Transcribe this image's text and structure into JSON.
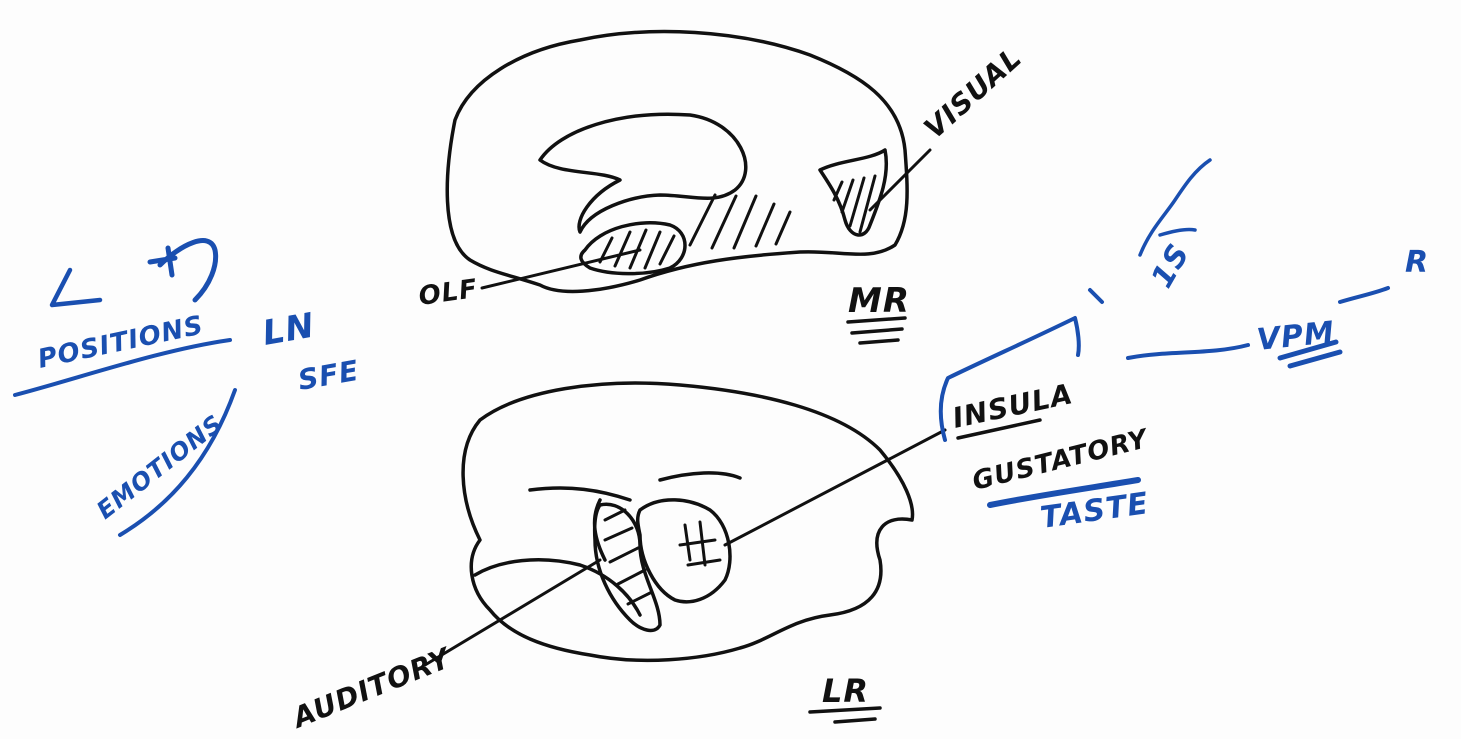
{
  "labels": {
    "visual": "VISUAL",
    "olf": "OLF",
    "medial_view": "MR",
    "lateral_view": "LR",
    "auditory": "AUDITORY",
    "insula": "INSULA",
    "gustatory": "GUSTATORY",
    "taste": "TASTE",
    "vpm": "VPM",
    "r": "R",
    "positions": "POSITIONS",
    "ln": "LN",
    "sfe": "SFE",
    "emotions": "EMOTIONS",
    "lateral_notes": "1S"
  },
  "colors": {
    "black_ink": "#111111",
    "blue_marker": "#1a4fb0",
    "board": "#fdfdfd"
  }
}
